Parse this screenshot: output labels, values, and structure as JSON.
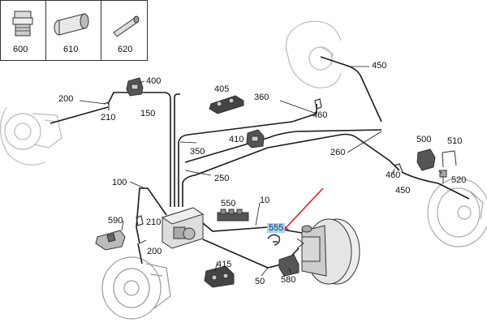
{
  "inset": {
    "cells": [
      {
        "label": "600",
        "icon": "bolt-icon"
      },
      {
        "label": "610",
        "icon": "sleeve-icon"
      },
      {
        "label": "620",
        "icon": "tube-icon"
      }
    ]
  },
  "labels": {
    "p400": "400",
    "p405": "405",
    "p360": "360",
    "p450_top": "450",
    "p200_left": "200",
    "p210_left": "210",
    "p150": "150",
    "p460_top": "460",
    "p410": "410",
    "p350": "350",
    "p250": "250",
    "p260": "260",
    "p500": "500",
    "p510": "510",
    "p460_right": "460",
    "p520": "520",
    "p450_right": "450",
    "p100": "100",
    "p550": "550",
    "p10": "10",
    "p590": "590",
    "p210_bottom": "210",
    "p555": "555",
    "p200_bottom": "200",
    "p415": "415",
    "p580": "580",
    "p50": "50"
  },
  "colors": {
    "line": "#1a1a1a",
    "part": "#444444",
    "faint": "#bbbbbb",
    "highlight": "#a9d4ef",
    "arrow": "#e02020"
  }
}
